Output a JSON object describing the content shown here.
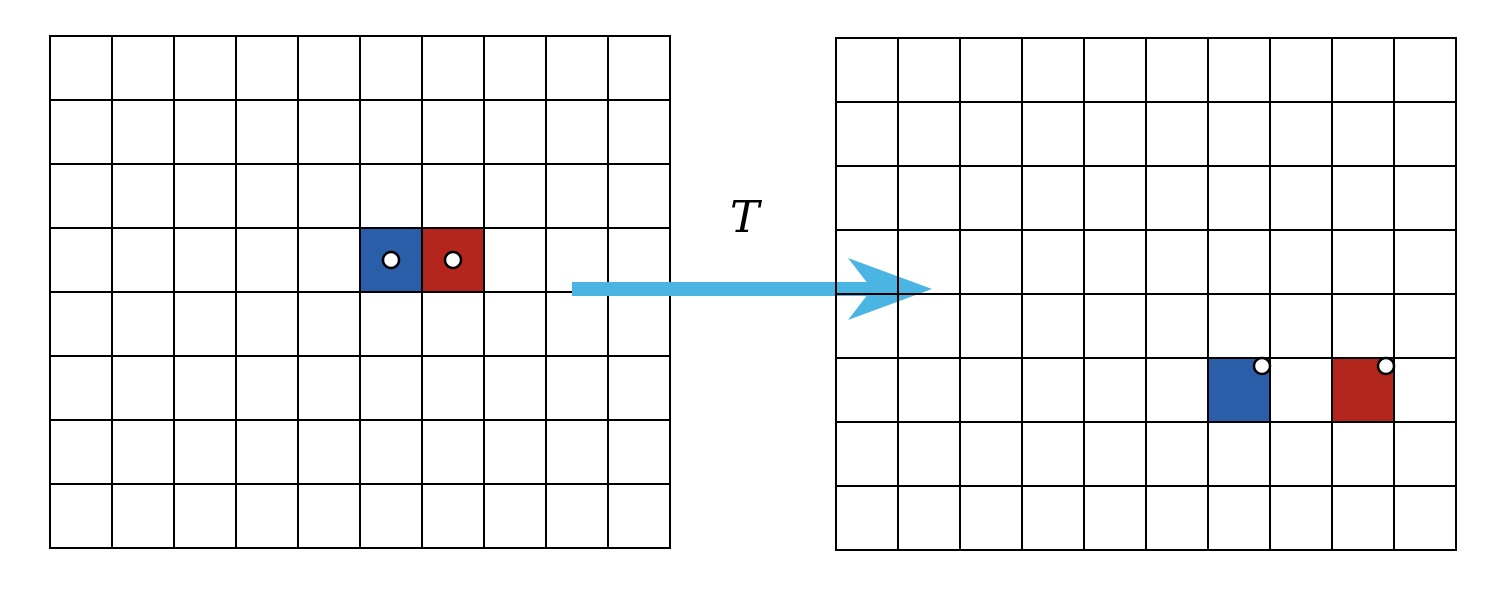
{
  "transform_label": "T",
  "colors": {
    "blue": "#2a5ea8",
    "red": "#b3261e",
    "arrow": "#4ab4e2",
    "grid": "#000000"
  },
  "grids": [
    {
      "name": "source-grid",
      "cols": 10,
      "rows": 8,
      "cells": [
        {
          "name": "blue-cell",
          "col": 5,
          "row": 3,
          "color": "blue",
          "dot": "center"
        },
        {
          "name": "red-cell",
          "col": 6,
          "row": 3,
          "color": "red",
          "dot": "center"
        }
      ]
    },
    {
      "name": "target-grid",
      "cols": 10,
      "rows": 8,
      "cells": [
        {
          "name": "blue-cell",
          "col": 6,
          "row": 5,
          "color": "blue",
          "dot": "top-right"
        },
        {
          "name": "red-cell",
          "col": 8,
          "row": 5,
          "color": "red",
          "dot": "top-right"
        }
      ]
    }
  ]
}
